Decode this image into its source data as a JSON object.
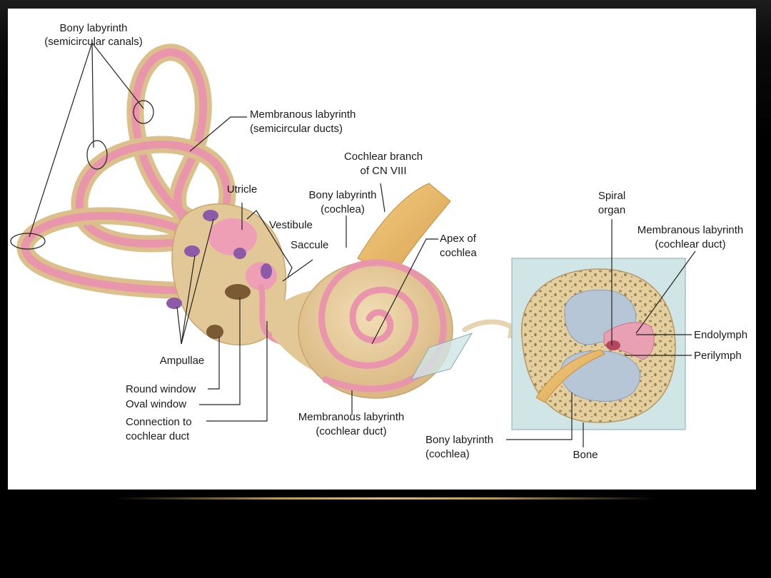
{
  "colors": {
    "bony": "#e6cc9b",
    "bony_edge": "#c9a66f",
    "membranous": "#e996ac",
    "membranous_dark": "#d2758f",
    "ampulla": "#8c5aa8",
    "nerve": "#e9b866",
    "fluid": "#b7c6d6",
    "inset_bg": "#cfe5e6",
    "slide_bg": "#000000",
    "accent_rule": "#d9a84a"
  },
  "labels": {
    "bony_semicircular_1": "Bony labyrinth",
    "bony_semicircular_2": "(semicircular canals)",
    "membranous_semicircular_1": "Membranous labyrinth",
    "membranous_semicircular_2": "(semicircular ducts)",
    "cochlear_branch_1": "Cochlear branch",
    "cochlear_branch_2": "of CN VIII",
    "utricle": "Utricle",
    "bony_cochlea_1": "Bony labyrinth",
    "bony_cochlea_2": "(cochlea)",
    "vestibule": "Vestibule",
    "saccule": "Saccule",
    "apex_1": "Apex of",
    "apex_2": "cochlea",
    "ampullae": "Ampullae",
    "round_window": "Round window",
    "oval_window": "Oval window",
    "connection_1": "Connection to",
    "connection_2": "cochlear duct",
    "membranous_cochlear_1": "Membranous labyrinth",
    "membranous_cochlear_2": "(cochlear duct)",
    "spiral_organ_1": "Spiral",
    "spiral_organ_2": "organ",
    "inset_membranous_1": "Membranous labyrinth",
    "inset_membranous_2": "(cochlear duct)",
    "endolymph": "Endolymph",
    "perilymph": "Perilymph",
    "inset_bony_1": "Bony labyrinth",
    "inset_bony_2": "(cochlea)",
    "bone": "Bone"
  }
}
